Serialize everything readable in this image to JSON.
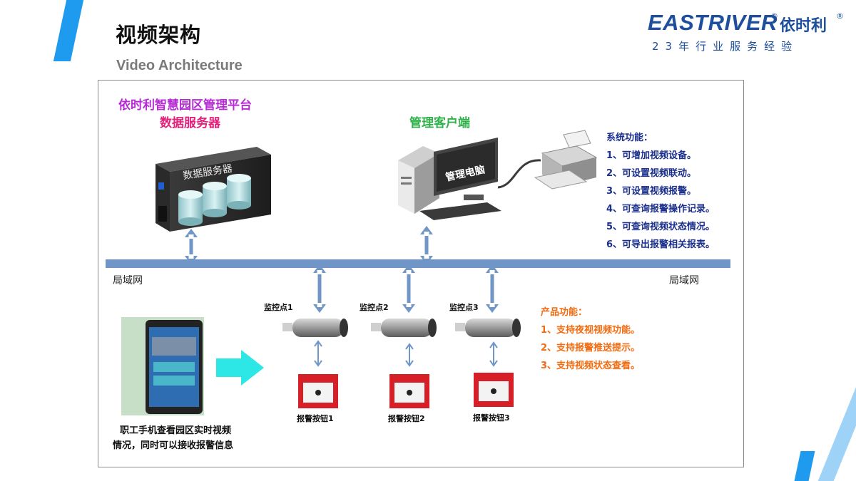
{
  "slide": {
    "title": "视频架构",
    "subtitle": "Video Architecture"
  },
  "logo": {
    "brand_en": "EASTRIVER",
    "brand_cn": "依时利",
    "reg_mark": "®",
    "tagline": "23年行业服务经验"
  },
  "diagram": {
    "platform_title": "依时利智慧园区管理平台",
    "server_title": "数据服务器",
    "server_panel_label": "数据服务器",
    "client_title": "管理客户端",
    "monitor_label": "管理电脑",
    "lan_label_left": "局域网",
    "lan_label_right": "局域网",
    "system_functions": {
      "heading": "系统功能：",
      "items": [
        "1、可增加视频设备。",
        "2、可设置视频联动。",
        "3、可设置视频报警。",
        "4、可查询报警操作记录。",
        "5、可查询视频状态情况。",
        "6、可导出报警相关报表。"
      ]
    },
    "product_functions": {
      "heading": "产品功能：",
      "items": [
        "1、支持夜视视频功能。",
        "2、支持报警推送提示。",
        "3、支持视频状态查看。"
      ]
    },
    "cameras": [
      {
        "label": "监控点1",
        "alarm_label": "报警按钮1"
      },
      {
        "label": "监控点2",
        "alarm_label": "报警按钮2"
      },
      {
        "label": "监控点3",
        "alarm_label": "报警按钮3"
      }
    ],
    "phone_caption_line1": "职工手机查看园区实时视频",
    "phone_caption_line2": "情况，同时可以接收报警信息"
  },
  "colors": {
    "accent_blue": "#1e9bef",
    "platform_purple": "#b72bd6",
    "server_red": "#e4207a",
    "client_green": "#2fb14a",
    "system_navy": "#1a2f8c",
    "product_orange": "#f36b10",
    "lan_bar": "#6f96c6",
    "arrow_cyan": "#2de6e6"
  }
}
